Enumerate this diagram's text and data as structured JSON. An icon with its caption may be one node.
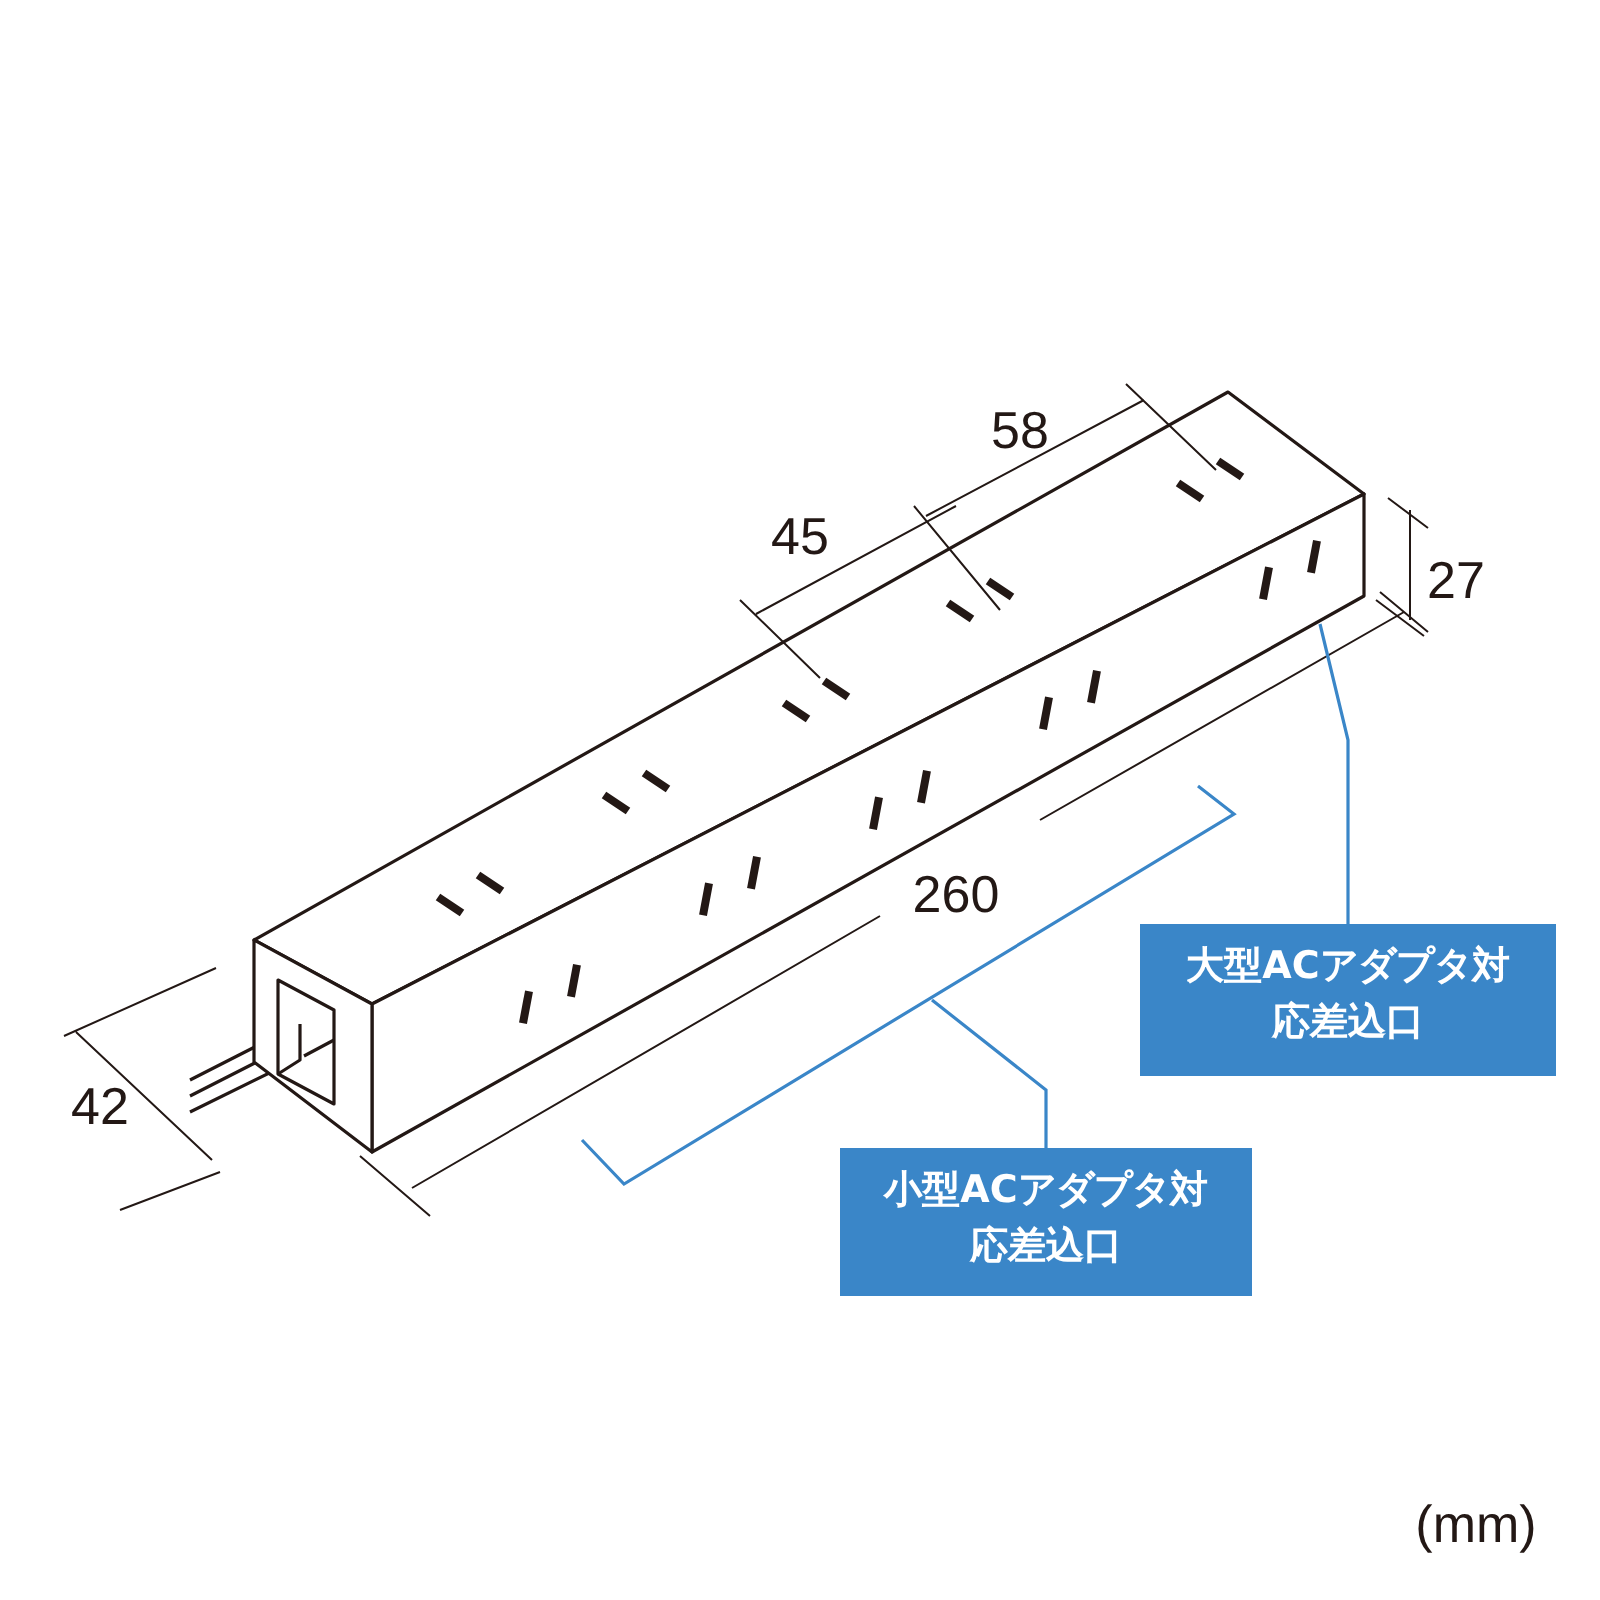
{
  "diagram": {
    "nodes": [
      {
        "text": [
          "大型ACアダプタ対応差込口"
        ]
      },
      {
        "text": [
          "小型ACアダプタ対応差込口"
        ]
      },
      {
        "text": [],
        "shape": "picture"
      },
      {
        "text": [],
        "shape": "bracket"
      }
    ],
    "edges": [
      {
        "from": 0,
        "to": 2,
        "arrow": "none"
      },
      {
        "from": 1,
        "to": 3,
        "arrow": "none"
      }
    ],
    "labels": [
      "58",
      "45",
      "27",
      "260",
      "42",
      "(mm)"
    ]
  }
}
